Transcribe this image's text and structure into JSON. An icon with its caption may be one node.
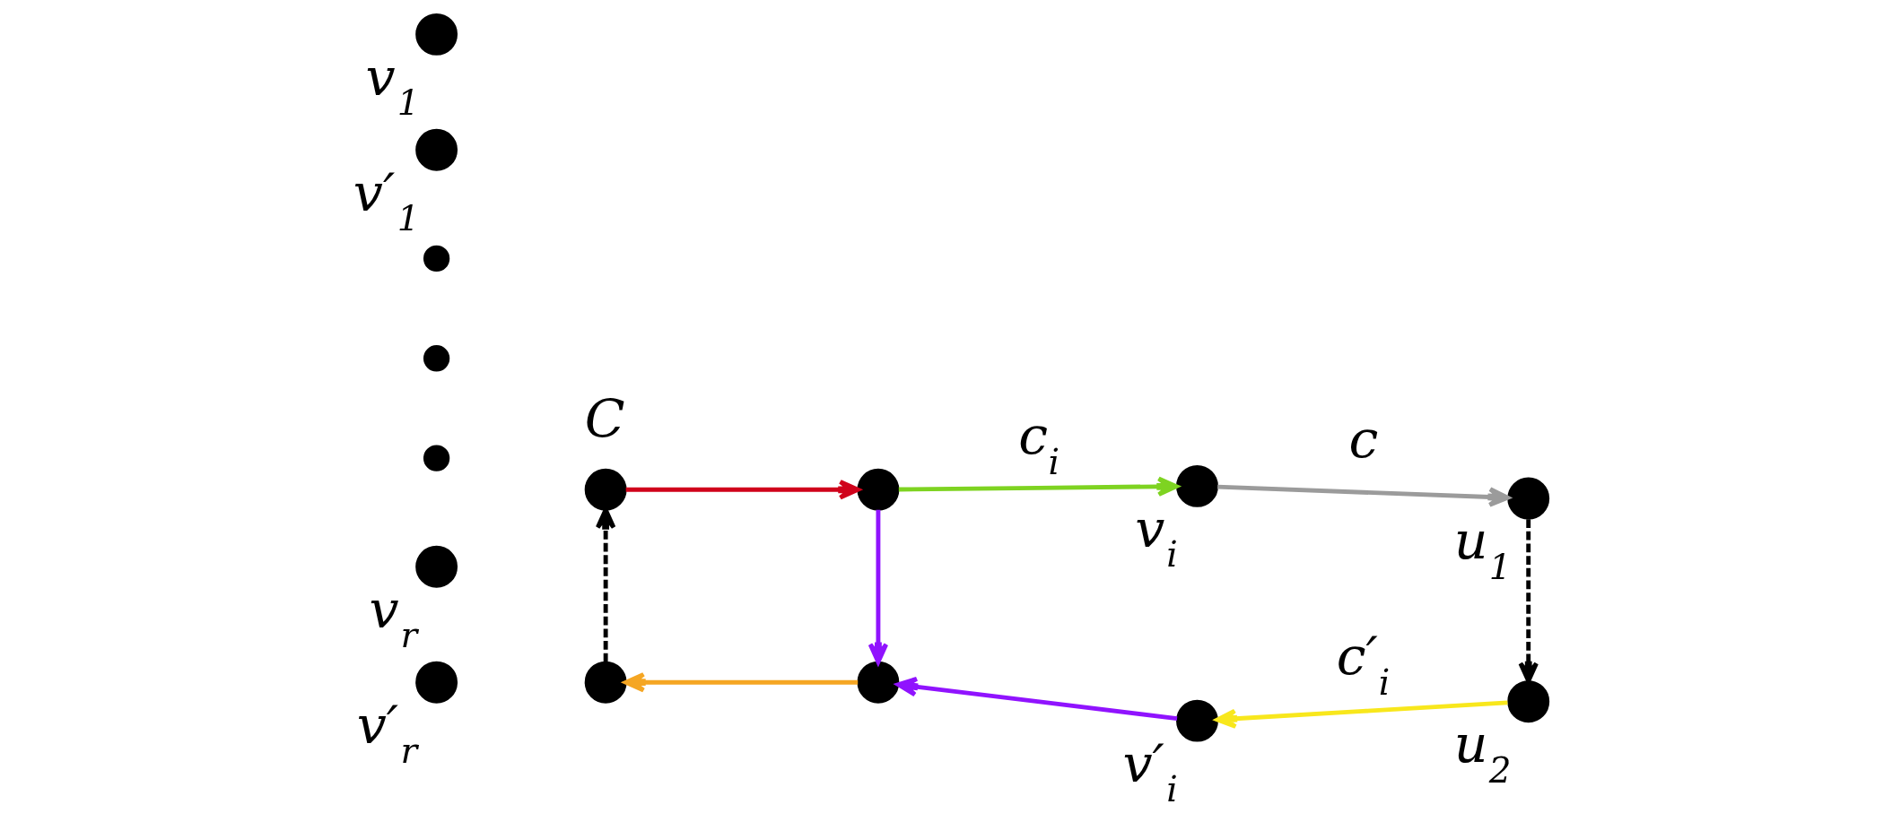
{
  "diagram": {
    "nodes": [
      {
        "text": [],
        "shape": "circle",
        "beside": [
          "v$_{1}$"
        ]
      },
      {
        "text": [],
        "shape": "circle",
        "beside": [
          "v′$_{1}$"
        ]
      },
      {
        "text": [],
        "shape": "dot"
      },
      {
        "text": [],
        "shape": "dot"
      },
      {
        "text": [],
        "shape": "dot"
      },
      {
        "text": [],
        "shape": "circle",
        "beside": [
          "v$_{r}$"
        ]
      },
      {
        "text": [],
        "shape": "circle",
        "beside": [
          "v′$_{r}$"
        ]
      },
      {
        "text": [],
        "shape": "circle"
      },
      {
        "text": [],
        "shape": "circle"
      },
      {
        "text": [],
        "shape": "circle"
      },
      {
        "text": [],
        "shape": "circle"
      },
      {
        "text": [],
        "shape": "circle",
        "beside": [
          "v$_{i}$"
        ]
      },
      {
        "text": [],
        "shape": "circle",
        "beside": [
          "v′$_{i}$"
        ]
      },
      {
        "text": [],
        "shape": "circle",
        "beside": [
          "u$_{1}$"
        ]
      },
      {
        "text": [],
        "shape": "circle",
        "beside": [
          "u$_{2}$"
        ]
      }
    ],
    "edges": [
      {
        "from": 10,
        "to": 7,
        "arrow": "to",
        "style": "dashed"
      },
      {
        "from": 7,
        "to": 8,
        "arrow": "to",
        "color": "#d0021b"
      },
      {
        "from": 8,
        "to": 11,
        "arrow": "to",
        "label": "c$_{i}$",
        "color": "#7ed321"
      },
      {
        "from": 11,
        "to": 13,
        "arrow": "to",
        "label": "c",
        "color": "#9b9b9b"
      },
      {
        "from": 13,
        "to": 14,
        "arrow": "to",
        "style": "dashed"
      },
      {
        "from": 14,
        "to": 12,
        "arrow": "to",
        "label": "c′$_{i}$",
        "color": "#f8e71c"
      },
      {
        "from": 12,
        "to": 9,
        "arrow": "to",
        "color": "#9013fe"
      },
      {
        "from": 8,
        "to": 9,
        "arrow": "to",
        "color": "#9013fe"
      },
      {
        "from": 9,
        "to": 10,
        "arrow": "to",
        "color": "#f5a623"
      }
    ],
    "labels": [
      "C"
    ]
  }
}
